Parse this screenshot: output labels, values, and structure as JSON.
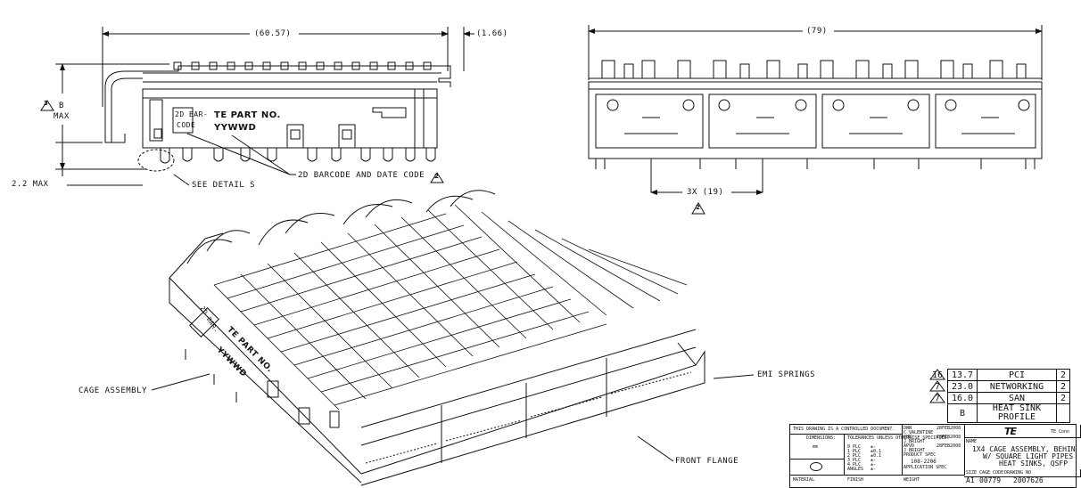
{
  "dimensions": {
    "width_6057": "(60.57)",
    "width_166": "(1.66)",
    "width_79": "(79)",
    "pitch": "3X (19)",
    "b_max_b": "B",
    "b_max_max": "MAX",
    "max_22": "2.2 MAX"
  },
  "callouts": {
    "see_detail": "SEE DETAIL  S",
    "barcode_date": "2D BARCODE AND DATE CODE",
    "emi_springs": "EMI SPRINGS",
    "cage_assembly": "CAGE ASSEMBLY",
    "front_flange": "FRONT FLANGE"
  },
  "part_markings": {
    "barcode_box_1": "2D BAR-",
    "barcode_box_2": "CODE",
    "te_part_no": "TE PART NO.",
    "yywwd": "YYWWD"
  },
  "rev_marks": {
    "m3": "3",
    "m2a": "2",
    "m2b": "2",
    "iso_16": "16",
    "iso_7a": "7",
    "iso_7b": "7"
  },
  "revision_table": [
    {
      "mark": "16",
      "value": "13.7",
      "label": "PCI",
      "extra": "2"
    },
    {
      "mark": "7",
      "value": "23.0",
      "label": "NETWORKING",
      "extra": "2"
    },
    {
      "mark": "7",
      "value": "16.0",
      "label": "SAN",
      "extra": "2"
    },
    {
      "mark": "",
      "value": "B",
      "label": "HEAT SINK PROFILE",
      "extra": ""
    }
  ],
  "title_block": {
    "controlled": "THIS DRAWING IS A CONTROLLED DOCUMENT.",
    "dimensions": "DIMENSIONS:",
    "tolerances": "TOLERANCES UNLESS OTHERWISE SPECIFIED:",
    "mm": "mm",
    "dwn": "DWN",
    "dwn_name": "C  VALENTINE",
    "dwn_date": "28FEB2008",
    "chk": "CHK",
    "chk_name": "J  BRIGHT",
    "chk_date": "28FEB2008",
    "appvd": "APVD",
    "appvd_name": "J  BRIGHT",
    "appvd_date": "28FEB2008",
    "product_spec": "PRODUCT SPEC",
    "product_spec_val": "108-2206",
    "application_spec": "APPLICATION SPEC",
    "weight": "WEIGHT",
    "material": "MATERIAL",
    "finish": "FINISH",
    "logo": "TE",
    "logo_suffix": "TE Conn",
    "name_label": "NAME",
    "title_line1": "1X4 CAGE ASSEMBLY, BEHIN",
    "title_line2": "W/ SQUARE LIGHT PIPES",
    "title_line3": "HEAT SINKS, QSFP",
    "size": "SIZE",
    "cage_code": "CAGE CODE",
    "drawing_no": "DRAWING NO",
    "size_val": "A1",
    "cage_val": "00779",
    "drawing_val": "2007626",
    "plc0": "0 PLC",
    "plc1": "1 PLC",
    "plc2": "2 PLC",
    "plc3": "3 PLC",
    "plc4": "4 PLC",
    "angles": "ANGLES",
    "tol0": "±-",
    "tol1": "±0.1",
    "tol2": "±0.1",
    "tol3": "±-",
    "tol4": "±-",
    "tol_ang": "±-"
  }
}
